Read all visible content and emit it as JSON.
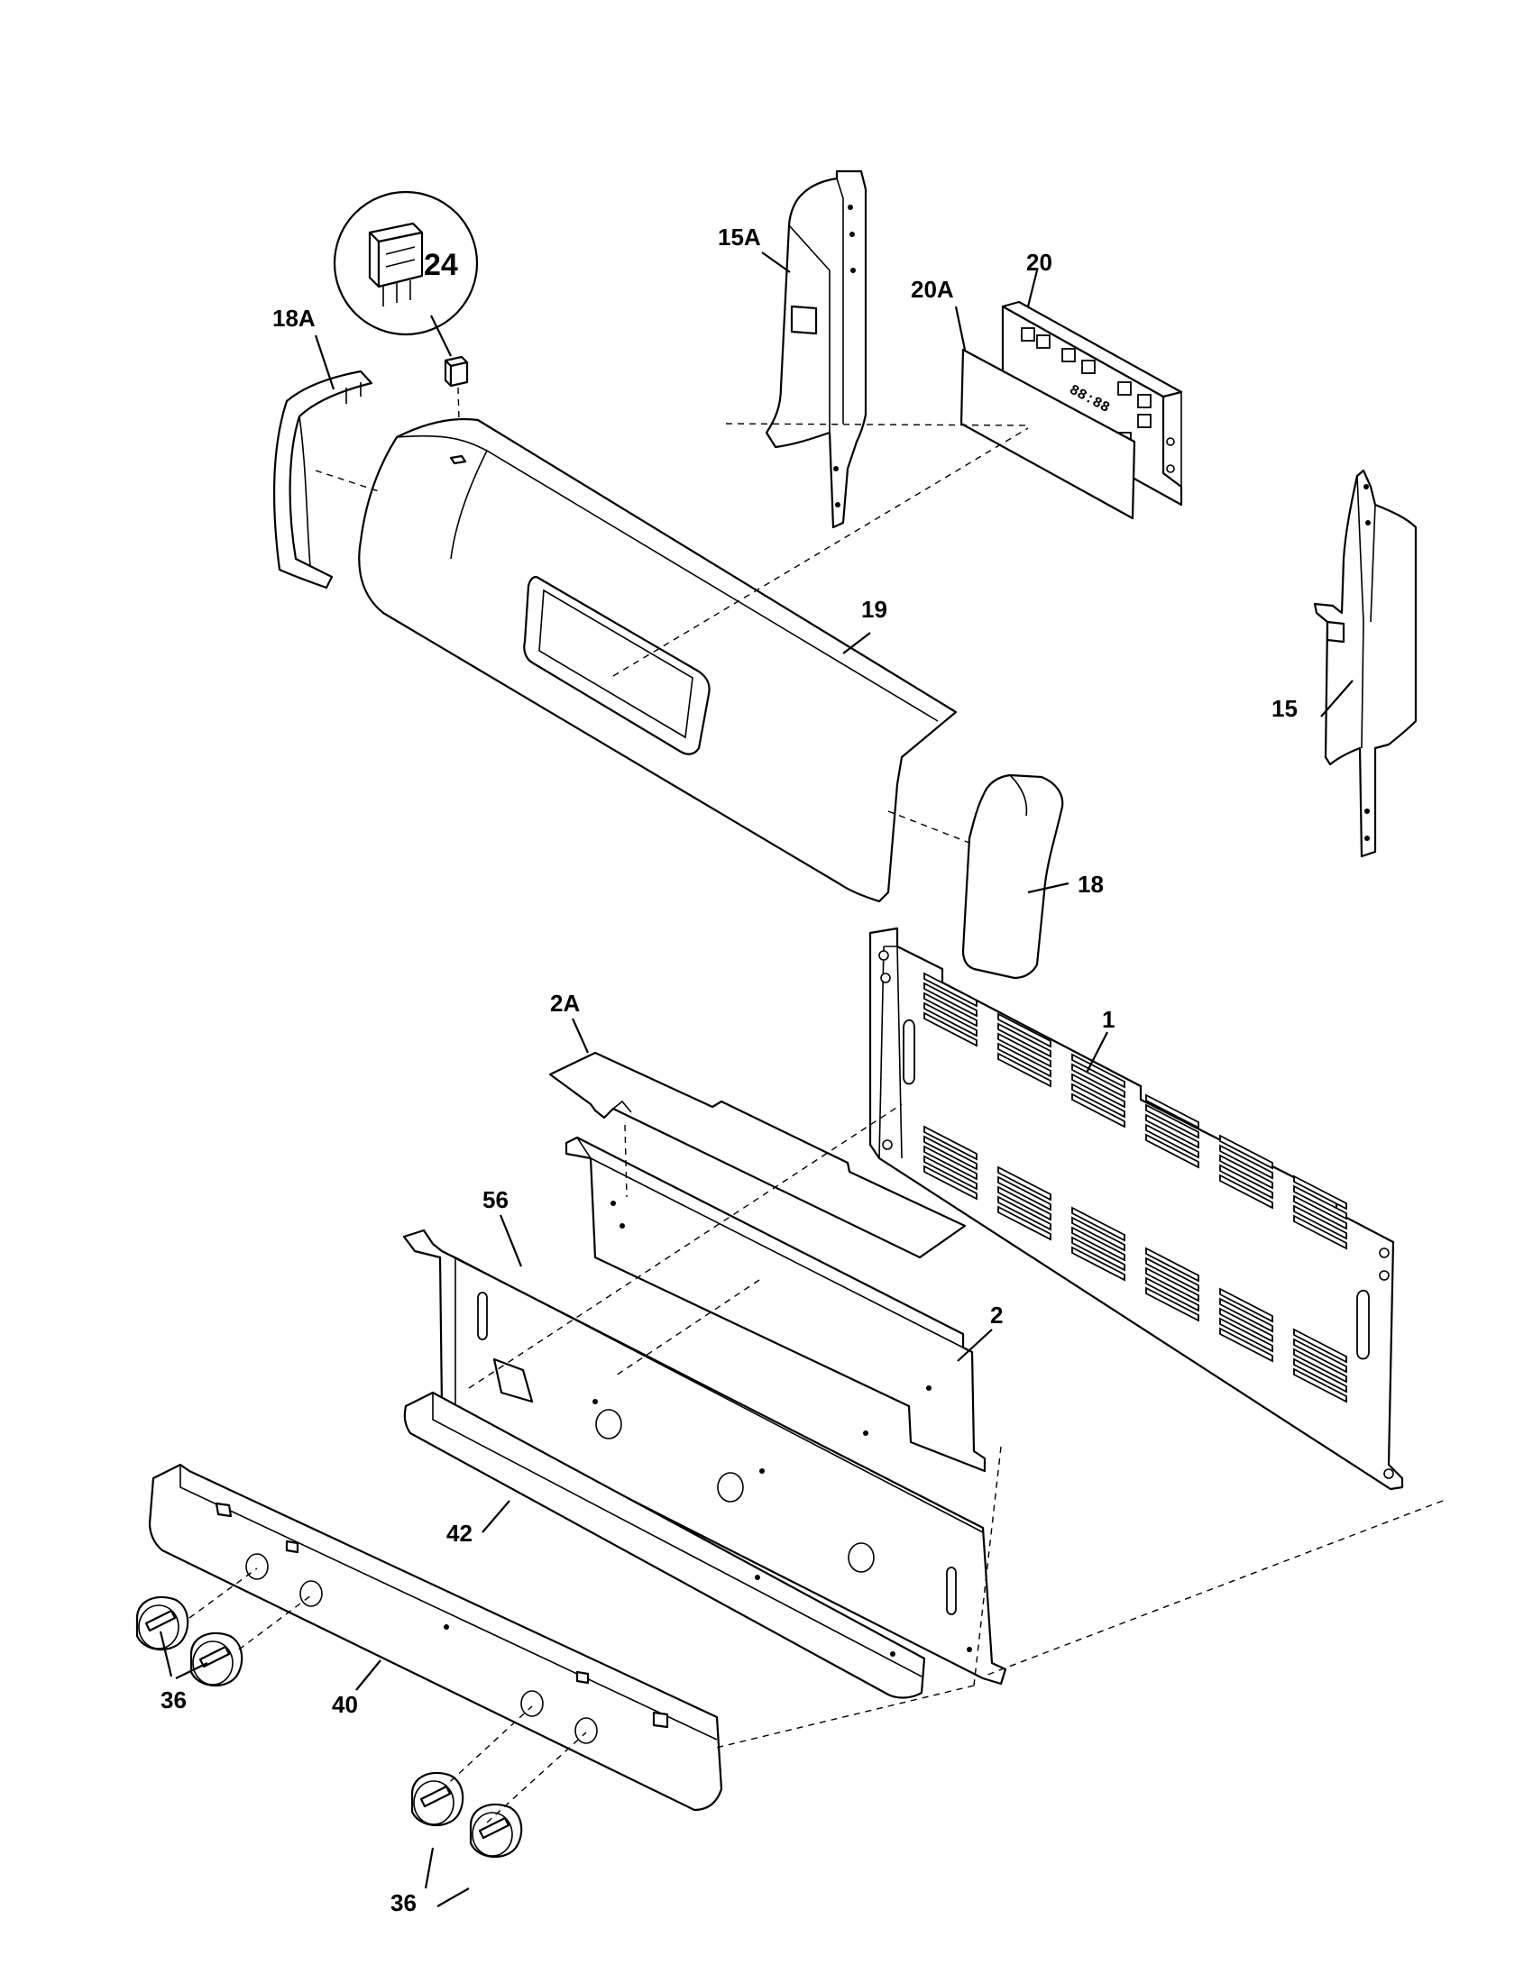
{
  "callouts": [
    {
      "id": "c24",
      "text": "24"
    },
    {
      "id": "c18A",
      "text": "18A"
    },
    {
      "id": "c15A",
      "text": "15A"
    },
    {
      "id": "c20",
      "text": "20"
    },
    {
      "id": "c20A",
      "text": "20A"
    },
    {
      "id": "c19",
      "text": "19"
    },
    {
      "id": "c15",
      "text": "15"
    },
    {
      "id": "c18",
      "text": "18"
    },
    {
      "id": "c2A",
      "text": "2A"
    },
    {
      "id": "c1",
      "text": "1"
    },
    {
      "id": "c56",
      "text": "56"
    },
    {
      "id": "c2",
      "text": "2"
    },
    {
      "id": "c42",
      "text": "42"
    },
    {
      "id": "c40",
      "text": "40"
    },
    {
      "id": "c36a",
      "text": "36"
    },
    {
      "id": "c36b",
      "text": "36"
    }
  ],
  "display": {
    "digits": "88:88"
  }
}
